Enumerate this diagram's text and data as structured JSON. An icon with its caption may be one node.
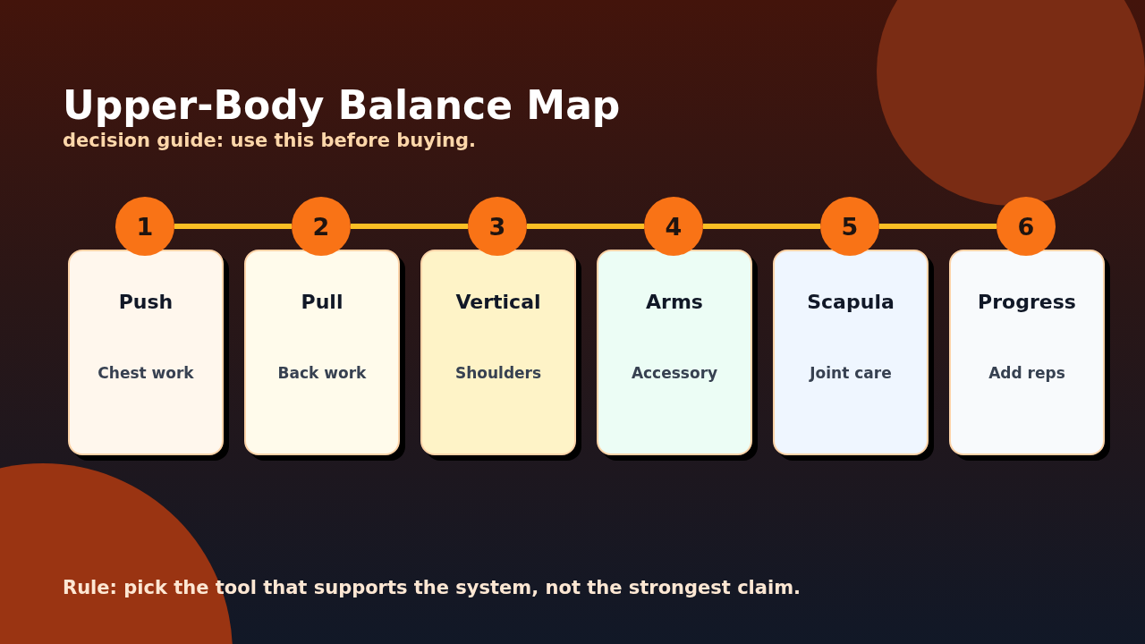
{
  "diagram": {
    "title": "Upper-Body Balance Map",
    "caption": "Rule: pick the tool that supports the system, not the strongest claim.",
    "labels": [
      "decision guide: use this before buying."
    ],
    "nodes": [
      {
        "text": [
          "1"
        ]
      },
      {
        "text": [
          "2"
        ]
      },
      {
        "text": [
          "3"
        ]
      },
      {
        "text": [
          "4"
        ]
      },
      {
        "text": [
          "5"
        ]
      },
      {
        "text": [
          "6"
        ]
      },
      {
        "text": [
          "Push",
          "Chest work"
        ]
      },
      {
        "text": [
          "Pull",
          "Back work"
        ]
      },
      {
        "text": [
          "Vertical",
          "Shoulders"
        ]
      },
      {
        "text": [
          "Arms",
          "Accessory"
        ]
      },
      {
        "text": [
          "Scapula",
          "Joint care"
        ]
      },
      {
        "text": [
          "Progress",
          "Add reps"
        ]
      }
    ],
    "edges": [
      {
        "from": 0,
        "to": 1,
        "arrow": "none"
      },
      {
        "from": 1,
        "to": 2,
        "arrow": "none"
      },
      {
        "from": 2,
        "to": 3,
        "arrow": "none"
      },
      {
        "from": 3,
        "to": 4,
        "arrow": "none"
      },
      {
        "from": 4,
        "to": 5,
        "arrow": "none"
      }
    ]
  }
}
